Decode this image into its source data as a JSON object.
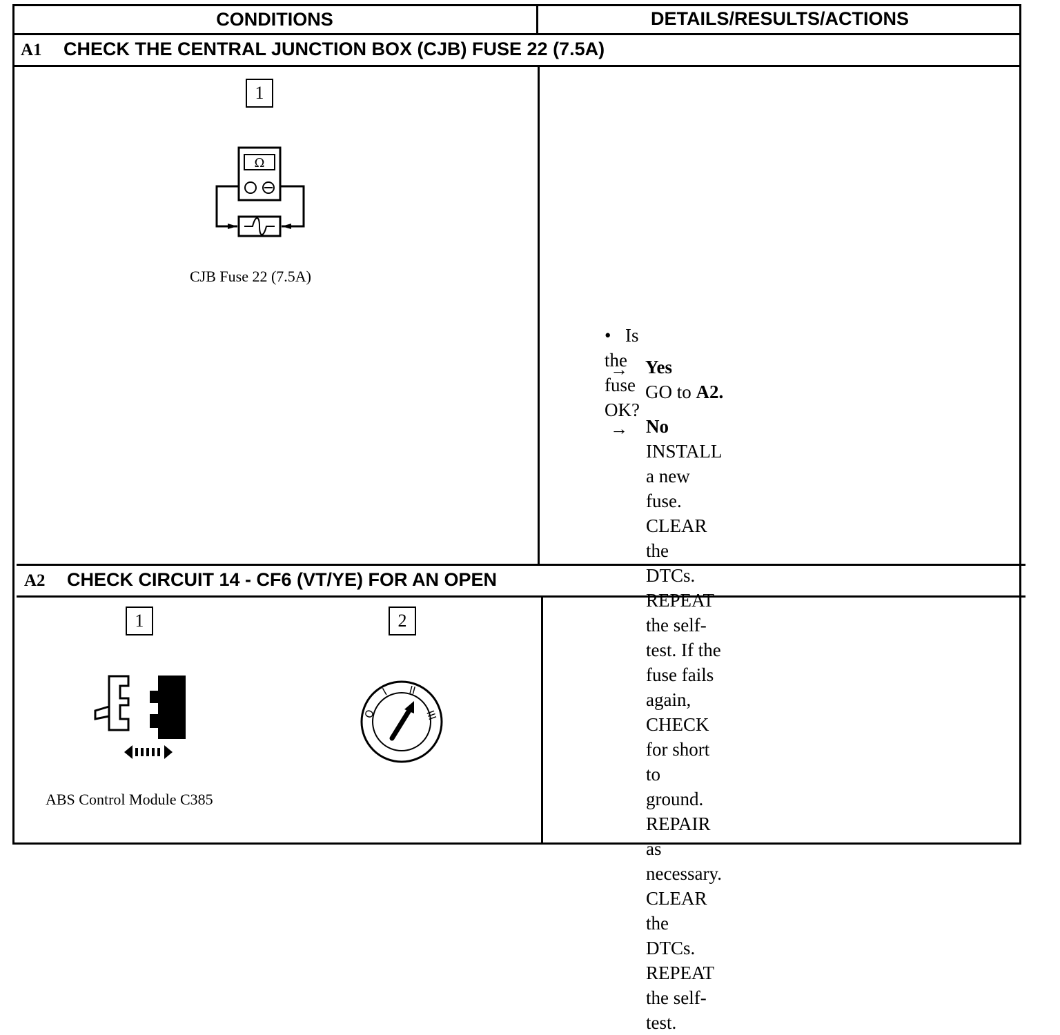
{
  "table": {
    "headers": {
      "conditions": "CONDITIONS",
      "details": "DETAILS/RESULTS/ACTIONS"
    },
    "steps": [
      {
        "code": "A1",
        "title": "CHECK THE CENTRAL JUNCTION BOX (CJB) FUSE 22 (7.5A)",
        "conditions": [
          {
            "step_number": "1",
            "caption": "CJB Fuse 22 (7.5A)",
            "icon": "ohmmeter-fuse-icon",
            "meter_symbol": "Ω"
          }
        ],
        "question": "Is the fuse OK?",
        "answers": [
          {
            "arrow": "→",
            "label": "Yes",
            "action_prefix": "GO to ",
            "action_ref": "A2.",
            "action_lines": []
          },
          {
            "arrow": "→",
            "label": "No",
            "action_lines": [
              "INSTALL a new fuse. CLEAR the DTCs.",
              "REPEAT the self-test. If the fuse fails",
              "again, CHECK for short to ground.",
              "REPAIR as necessary. CLEAR the DTCs.",
              "REPEAT the self-test."
            ]
          }
        ]
      },
      {
        "code": "A2",
        "title": "CHECK CIRCUIT 14 - CF6 (VT/YE) FOR AN OPEN",
        "conditions": [
          {
            "step_number": "1",
            "caption": "ABS Control Module C385",
            "icon": "connector-disconnect-icon"
          },
          {
            "step_number": "2",
            "caption": "",
            "icon": "ignition-switch-icon",
            "switch_positions": [
              "O",
              "I",
              "II",
              "III"
            ]
          }
        ]
      }
    ]
  }
}
